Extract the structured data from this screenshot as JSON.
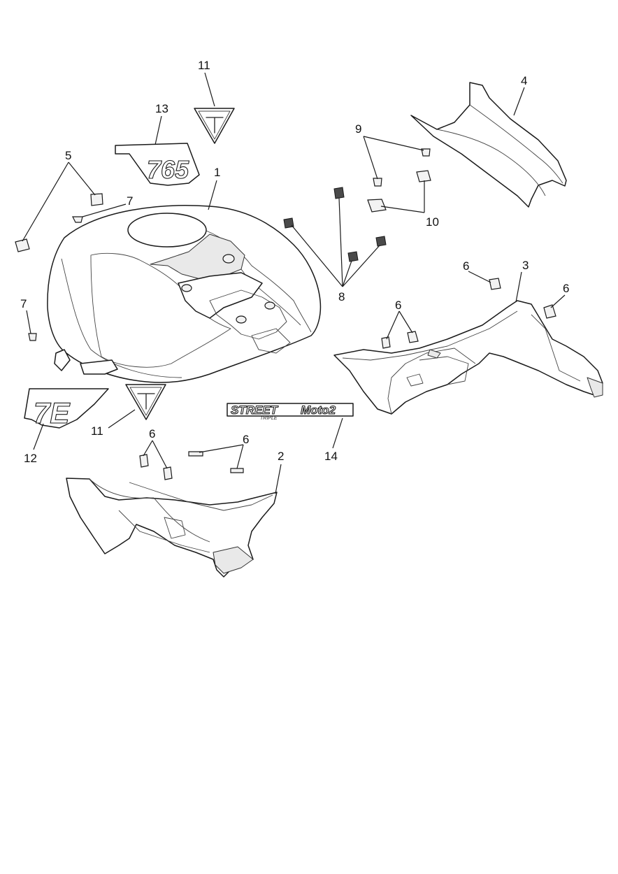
{
  "callouts": [
    {
      "id": "c11a",
      "label": "11"
    },
    {
      "id": "c13",
      "label": "13"
    },
    {
      "id": "c5",
      "label": "5"
    },
    {
      "id": "c7a",
      "label": "7"
    },
    {
      "id": "c1",
      "label": "1"
    },
    {
      "id": "c9",
      "label": "9"
    },
    {
      "id": "c4",
      "label": "4"
    },
    {
      "id": "c10",
      "label": "10"
    },
    {
      "id": "c8",
      "label": "8"
    },
    {
      "id": "c7b",
      "label": "7"
    },
    {
      "id": "c6a",
      "label": "6"
    },
    {
      "id": "c3",
      "label": "3"
    },
    {
      "id": "c6b",
      "label": "6"
    },
    {
      "id": "c6c",
      "label": "6"
    },
    {
      "id": "c11b",
      "label": "11"
    },
    {
      "id": "c12",
      "label": "12"
    },
    {
      "id": "c14",
      "label": "14"
    },
    {
      "id": "c6d",
      "label": "6"
    },
    {
      "id": "c6e",
      "label": "6"
    },
    {
      "id": "c2",
      "label": "2"
    }
  ],
  "decals": {
    "street_logo": {
      "word1": "STREET",
      "word2": "TRIPLE",
      "word3": "Moto2"
    },
    "decal_12_text": "7E",
    "decal_13_text": "765"
  },
  "colors": {
    "line": "#1a1a1a",
    "background": "#ffffff"
  }
}
